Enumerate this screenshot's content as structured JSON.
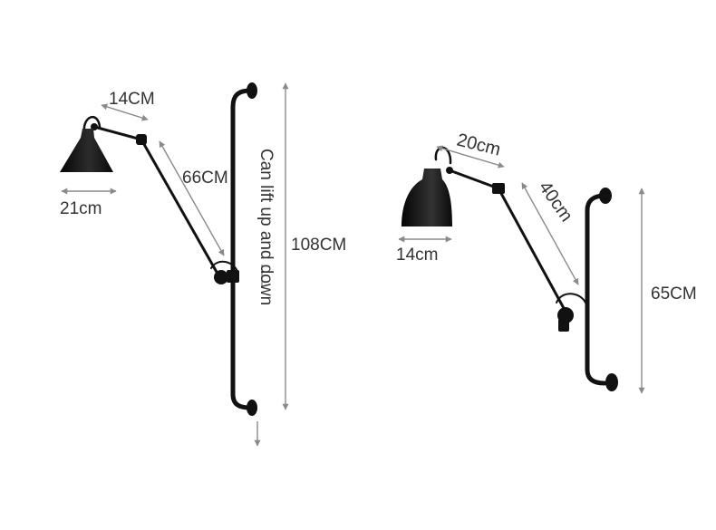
{
  "lamp_left": {
    "arm_short": "14CM",
    "arm_long": "66CM",
    "shade_width": "21cm",
    "total_height": "108CM",
    "note": "Can lift up and down"
  },
  "lamp_right": {
    "arm_short": "20cm",
    "arm_long": "40cm",
    "shade_width": "14cm",
    "total_height": "65CM"
  },
  "colors": {
    "metal": "#111111",
    "dimension_line": "#8a8a8a",
    "text": "#333333"
  }
}
